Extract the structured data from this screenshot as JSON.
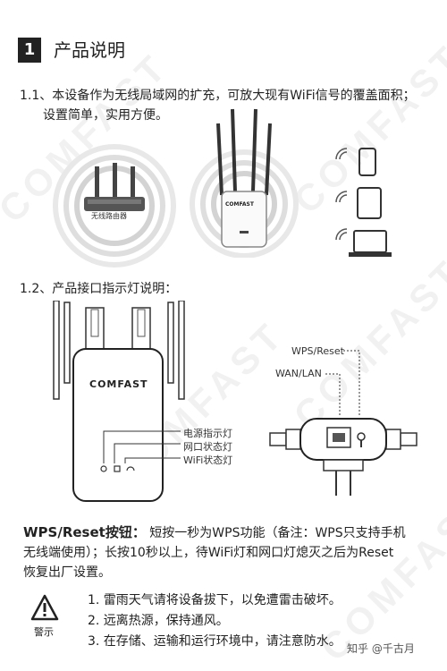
{
  "section": {
    "number": "1",
    "title": "产品说明"
  },
  "intro": {
    "line1": "1.1、本设备作为无线局域网的扩充，可放大现有WiFi信号的覆盖面积；",
    "line2": "设置简单，实用方便。"
  },
  "router_label": "无线路由器",
  "device_brand": "COMFAST",
  "section_1_2": "1.2、产品接口指示灯说明：",
  "indicator_labels": [
    "电源指示灯",
    "网口状态灯",
    "WiFi状态灯"
  ],
  "port_labels": {
    "wps_reset": "WPS/Reset",
    "wan_lan": "WAN/LAN"
  },
  "wps_desc": {
    "title": "WPS/Reset按钮：",
    "line1": "短按一秒为WPS功能（备注：WPS只支持手机",
    "line2": "无线端使用）；长按10秒以上，待WiFi灯和网口灯熄灭之后为Reset",
    "line3": "恢复出厂设置。"
  },
  "warning": {
    "label": "警示",
    "items": [
      "1. 雷雨天气请将设备拔下，以免遭雷击破坏。",
      "2. 远离热源，保持通风。",
      "3. 在存储、运输和运行环境中，请注意防水。"
    ]
  },
  "credit": "知乎 @千古月",
  "watermark_text": "COMFAST"
}
